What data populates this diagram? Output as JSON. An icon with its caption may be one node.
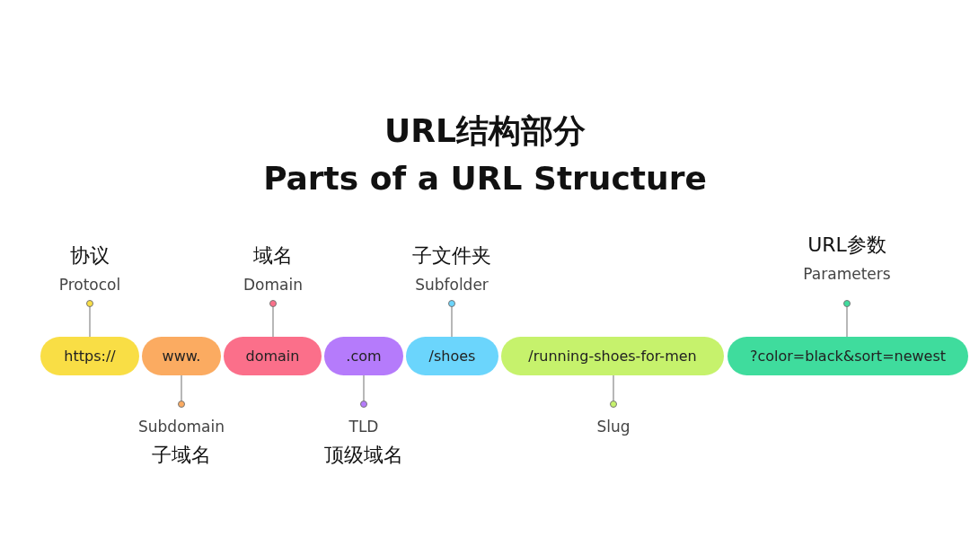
{
  "diagram": {
    "title": "URL结构部分",
    "nodes": [
      {
        "text": [
          "协议",
          "Protocol"
        ]
      },
      {
        "text": [
          "域名",
          "Domain"
        ]
      },
      {
        "text": [
          "子文件夹",
          "Subfolder"
        ]
      },
      {
        "text": [
          "URL参数",
          "Parameters"
        ]
      },
      {
        "text": [
          "https://"
        ]
      },
      {
        "text": [
          "www."
        ]
      },
      {
        "text": [
          "domain"
        ]
      },
      {
        "text": [
          ".com"
        ]
      },
      {
        "text": [
          "/shoes"
        ]
      },
      {
        "text": [
          "/running-shoes-for-men"
        ]
      },
      {
        "text": [
          "?color=black&sort=newest"
        ]
      },
      {
        "text": [
          "Subdomain",
          "子域名"
        ]
      },
      {
        "text": [
          "TLD",
          "顶级域名"
        ]
      },
      {
        "text": [
          "Slug"
        ]
      }
    ],
    "edges": [
      {
        "from": 0,
        "to": 4,
        "arrow": "other"
      },
      {
        "from": 1,
        "to": 6,
        "arrow": "other"
      },
      {
        "from": 2,
        "to": 8,
        "arrow": "other"
      },
      {
        "from": 3,
        "to": 10,
        "arrow": "other"
      },
      {
        "from": 11,
        "to": 5,
        "arrow": "other"
      },
      {
        "from": 12,
        "to": 7,
        "arrow": "other"
      },
      {
        "from": 13,
        "to": 9,
        "arrow": "other"
      }
    ],
    "labels": [
      "Parts of a URL Structure"
    ]
  }
}
